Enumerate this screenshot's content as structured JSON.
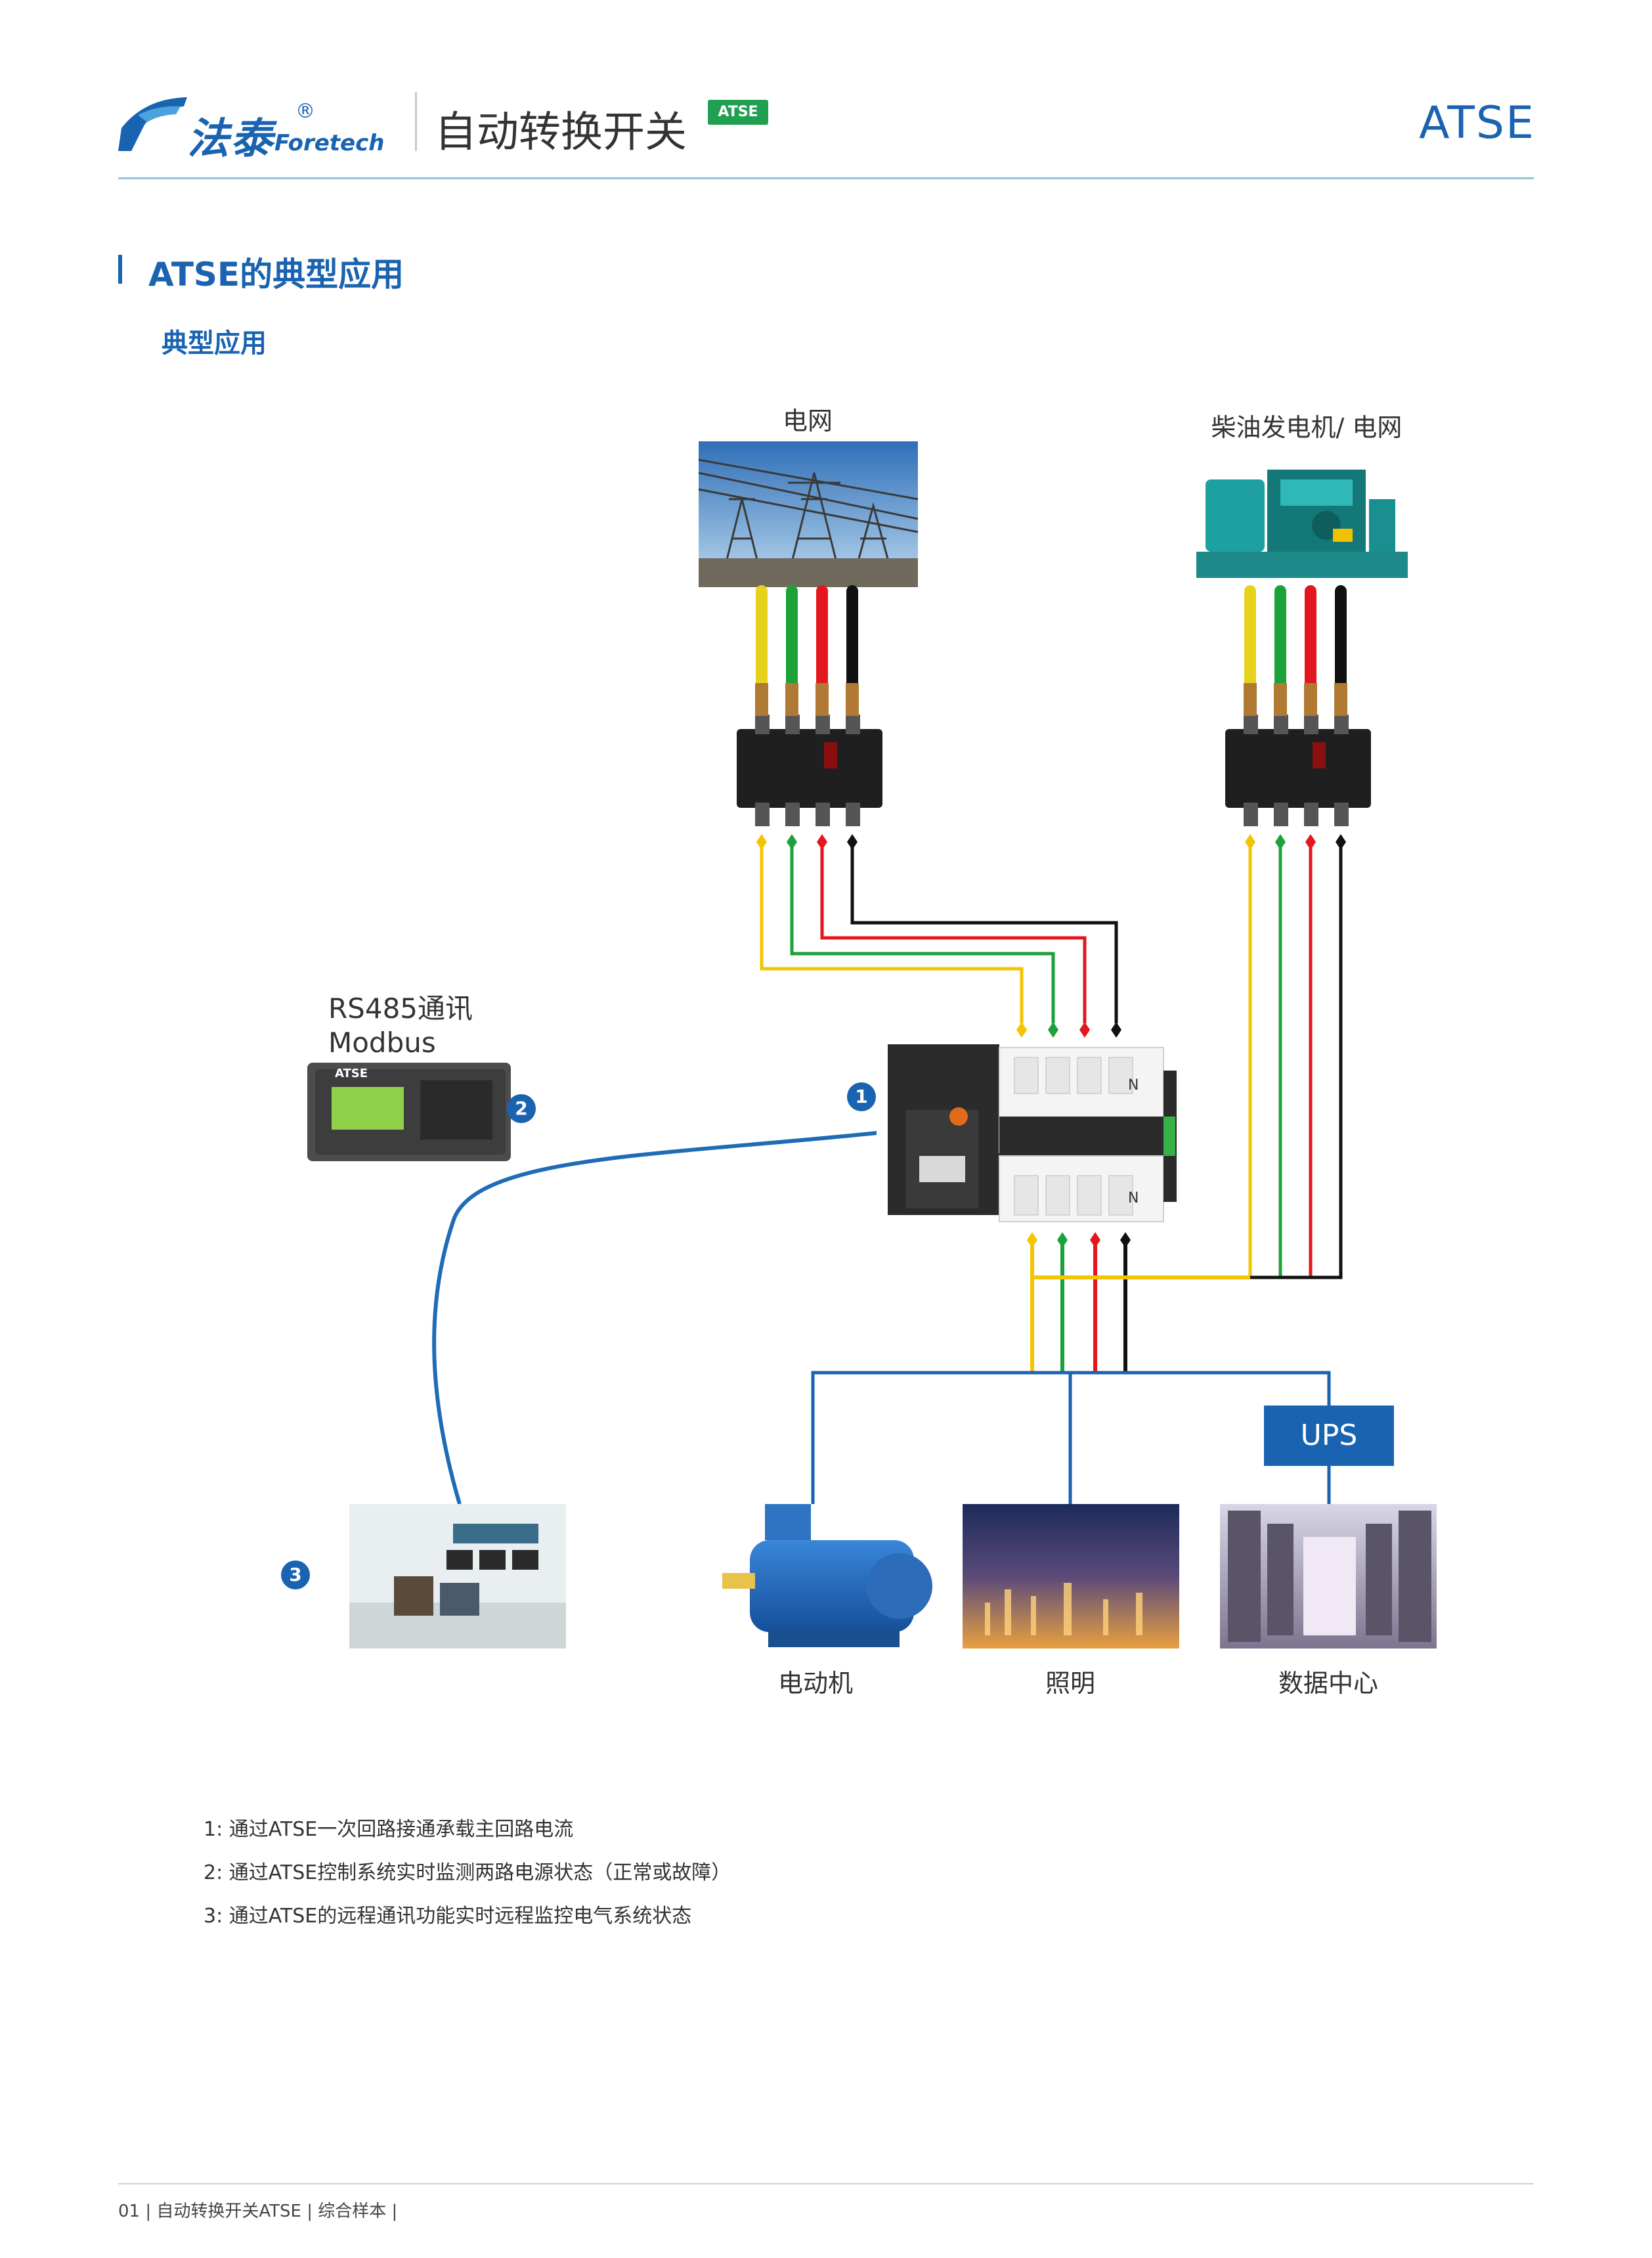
{
  "header": {
    "brand_cn": "法泰",
    "brand_reg": "®",
    "brand_en": "Foretech",
    "title": "自动转换开关",
    "badge": "ATSE",
    "right": "ATSE"
  },
  "section": {
    "title": "ATSE的典型应用",
    "subtitle": "典型应用"
  },
  "diagram": {
    "grid_label": "电网",
    "generator_label": "柴油发电机/ 电网",
    "comm_line1": "RS485通讯",
    "comm_line2": "Modbus",
    "markers": [
      "1",
      "2",
      "3"
    ],
    "loads": [
      "电动机",
      "照明",
      "数据中心"
    ],
    "ups": "UPS",
    "switch_neutral": "N",
    "controller_brand": "ATSE",
    "colors": {
      "phase_yellow": "#f5c400",
      "phase_green": "#1da23a",
      "phase_red": "#e3171d",
      "neutral_black": "#111111",
      "bus_blue": "#1a63b0",
      "comm_cable": "#1f6bb5"
    }
  },
  "notes": [
    "1:  通过ATSE一次回路接通承载主回路电流",
    "2:  通过ATSE控制系统实时监测两路电源状态（正常或故障）",
    "3:  通过ATSE的远程通讯功能实时远程监控电气系统状态"
  ],
  "footer": "01 | 自动转换开关ATSE | 综合样本 |"
}
